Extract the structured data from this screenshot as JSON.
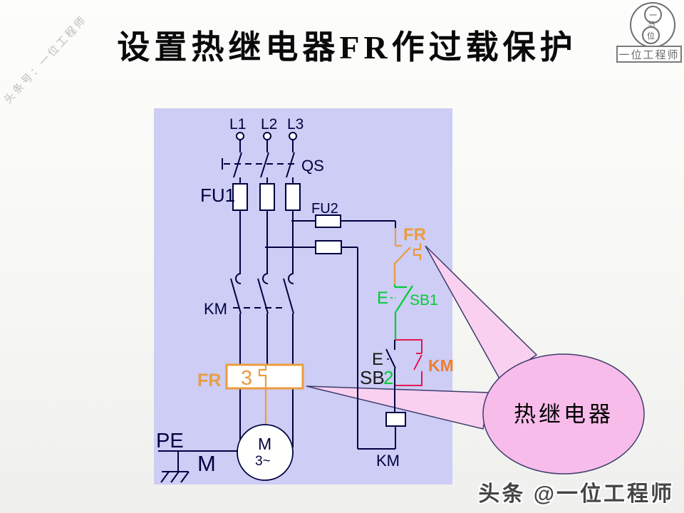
{
  "slide": {
    "title": "设置热继电器FR作过载保护",
    "watermark": "头条号：一位工程师",
    "credit": "头条 @一位工程师"
  },
  "logo": {
    "circle_top_char": "一",
    "circle_mid_char": "与",
    "circle_bottom_char": "位",
    "banner": "一位工程师"
  },
  "diagram": {
    "phases": [
      "L1",
      "L2",
      "L3"
    ],
    "labels": {
      "switch": "QS",
      "fuse_main": "FU1",
      "fuse_control": "FU2",
      "fr_nc_contact": "FR",
      "stop_actuator": "E",
      "stop_button": "SB1",
      "start_actuator": "E",
      "start_button_prefix": "SB",
      "start_button_digit": "2",
      "km_aux_contact": "KM",
      "km_main_contacts": "KM",
      "fr_heater": "FR",
      "heater_marker": "3",
      "km_coil": "KM",
      "earth": "PE",
      "motor_ref": "M",
      "motor_symbol": "M",
      "motor_type": "3~"
    },
    "callout": {
      "label": "热继电器"
    },
    "colors": {
      "panel_bg": "#CDCDF5",
      "wire": "#000040",
      "fr_orange": "#EB9C3E",
      "km_label_orange": "#ED7D31",
      "green": "#00CC33",
      "red": "#E8003A",
      "callout_pink": "#F8BCEA",
      "pointer_pink": "#FAD0F0"
    }
  }
}
